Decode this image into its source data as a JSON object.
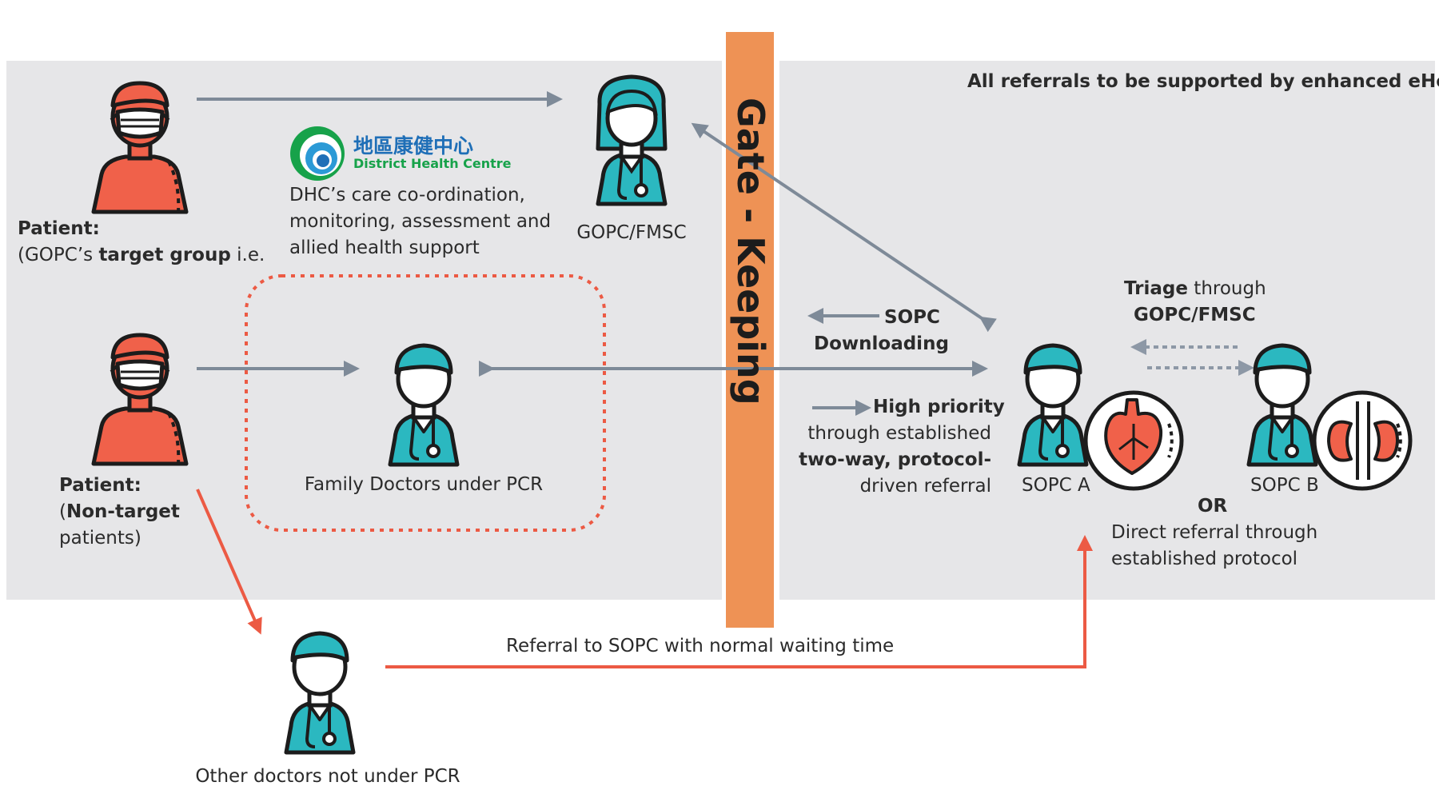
{
  "banner": "All referrals to be supported by enhanced eHealth",
  "gate": "Gate - Keeping",
  "dhc": {
    "name_zh": "地區康健中心",
    "name_en": "District Health Centre",
    "support_lines": [
      "DHC’s care co-ordination,",
      "monitoring, assessment and",
      "allied health support"
    ]
  },
  "patient_target": {
    "label": "Patient:",
    "prefix": "(GOPC’s ",
    "bold": "target group",
    "suffix": " i.e."
  },
  "patient_nontarget": {
    "label": "Patient:",
    "prefix": "(",
    "bold": "Non-target",
    "line2": "patients)"
  },
  "gopc_label": "GOPC/FMSC",
  "family_doctors_label": "Family Doctors under PCR",
  "other_doctors_label": "Other doctors not under PCR",
  "sopc_a_label": "SOPC A",
  "sopc_b_label": "SOPC B",
  "sopc_downloading": {
    "line1": "SOPC",
    "line2": "Downloading"
  },
  "high_priority": {
    "bold": "High priority",
    "line2": "through established",
    "line3": "two-way, protocol-",
    "line4": "driven referral"
  },
  "triage": {
    "bold": "Triage",
    "rest": " through",
    "line2": "GOPC/FMSC"
  },
  "or_label": "OR",
  "direct_referral": [
    "Direct referral through",
    "established protocol"
  ],
  "normal_referral": "Referral to SOPC with normal waiting time",
  "colors": {
    "panel": "#e6e6e8",
    "gate": "#ee9255",
    "patient": "#f0614a",
    "doctor": "#2bb8c0",
    "arrow_gray": "#7e8a98",
    "arrow_red": "#ec5a44",
    "dhc_dashed": "#ec5a44",
    "dhc_green": "#17a24a",
    "dhc_blue": "#1f6fb7"
  },
  "icons": [
    "patient-masked-icon",
    "gp-doctor-icon",
    "doctor-icon",
    "heart-icon",
    "kidney-icon",
    "dhc-logo-icon"
  ]
}
